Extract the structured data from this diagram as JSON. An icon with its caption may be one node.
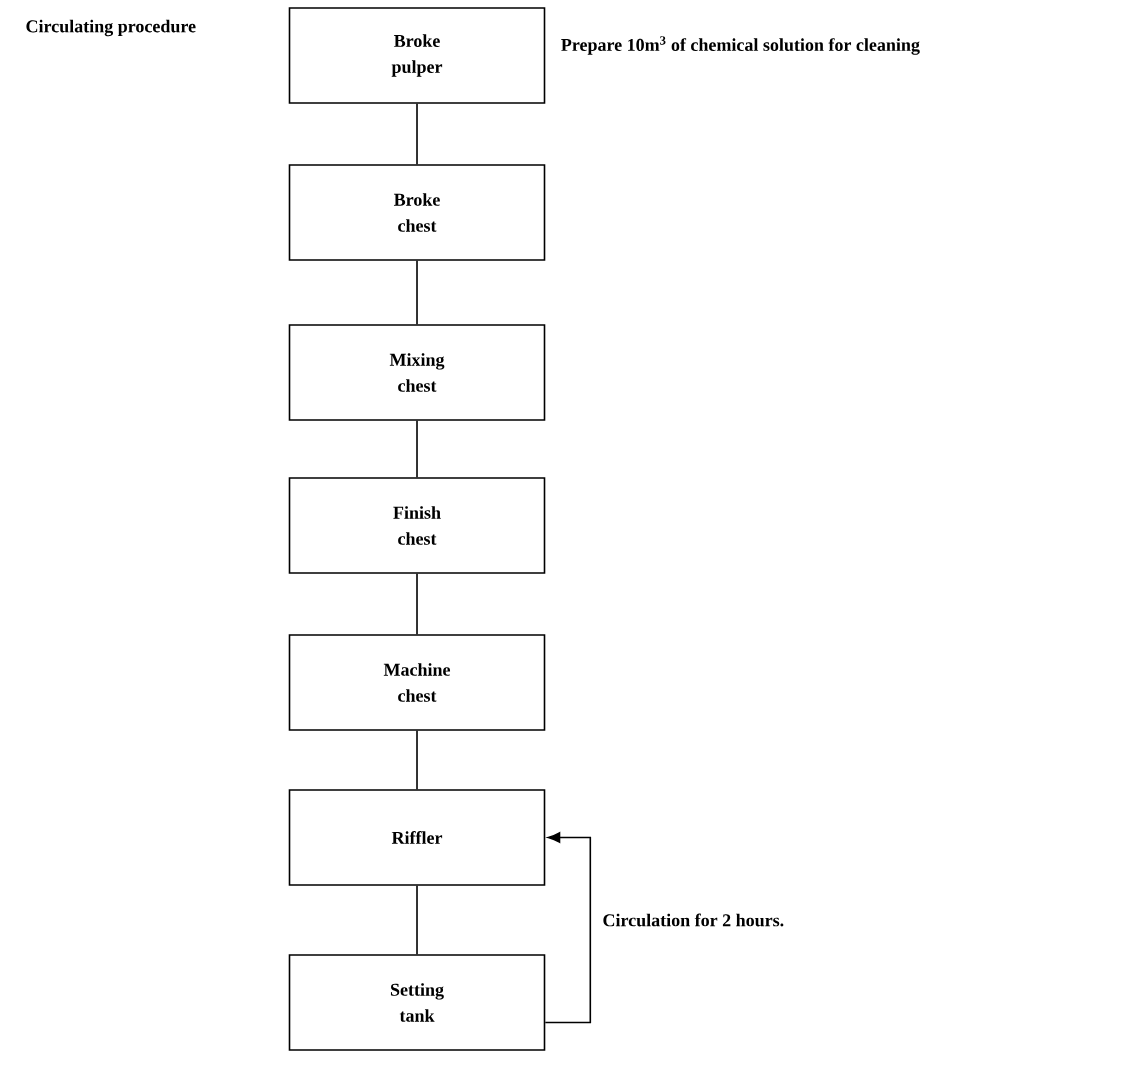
{
  "diagram": {
    "title": "Circulating procedure",
    "nodes": [
      {
        "text": [
          "Broke pulper"
        ],
        "beside": [
          "Prepare 10m$^{3}$ of chemical solution for cleaning"
        ]
      },
      {
        "text": [
          "Broke chest"
        ]
      },
      {
        "text": [
          "Mixing chest"
        ]
      },
      {
        "text": [
          "Finish chest"
        ]
      },
      {
        "text": [
          "Machine chest"
        ]
      },
      {
        "text": [
          "Riffler"
        ]
      },
      {
        "text": [
          "Setting tank"
        ]
      }
    ],
    "edges": [
      {
        "from": 0,
        "to": 1,
        "arrow": "none"
      },
      {
        "from": 1,
        "to": 2,
        "arrow": "none"
      },
      {
        "from": 2,
        "to": 3,
        "arrow": "none"
      },
      {
        "from": 3,
        "to": 4,
        "arrow": "none"
      },
      {
        "from": 4,
        "to": 5,
        "arrow": "none"
      },
      {
        "from": 5,
        "to": 6,
        "arrow": "none"
      },
      {
        "from": 6,
        "to": 5,
        "arrow": "to",
        "label": "Circulation for 2 hours."
      }
    ]
  }
}
